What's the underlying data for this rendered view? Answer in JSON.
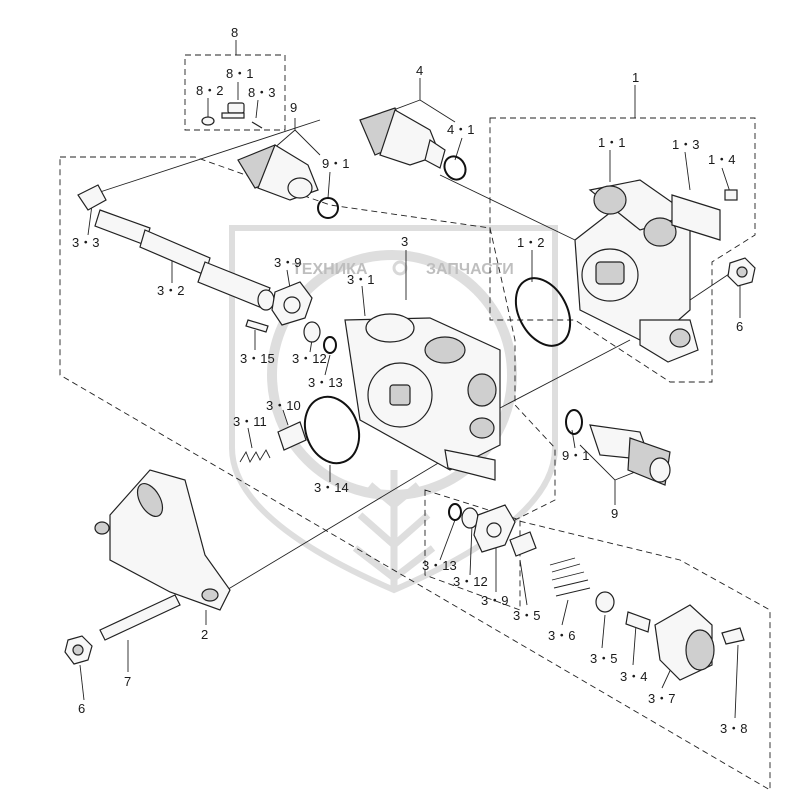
{
  "watermark": {
    "text_left": "ТЕХНИКА",
    "text_right": "ЗАПЧАСТИ",
    "emblem_icon": "gear-emblem-icon"
  },
  "callouts": [
    {
      "id": "c-8",
      "text": "8"
    },
    {
      "id": "c-8-1",
      "text": "8・1"
    },
    {
      "id": "c-8-2",
      "text": "8・2"
    },
    {
      "id": "c-8-3",
      "text": "8・3"
    },
    {
      "id": "c-4",
      "text": "4"
    },
    {
      "id": "c-4-1",
      "text": "4・1"
    },
    {
      "id": "c-1",
      "text": "1"
    },
    {
      "id": "c-1-1",
      "text": "1・1"
    },
    {
      "id": "c-1-3",
      "text": "1・3"
    },
    {
      "id": "c-1-4",
      "text": "1・4"
    },
    {
      "id": "c-9-top",
      "text": "9"
    },
    {
      "id": "c-9-1-top",
      "text": "9・1"
    },
    {
      "id": "c-3",
      "text": "3"
    },
    {
      "id": "c-1-2",
      "text": "1・2"
    },
    {
      "id": "c-3-3",
      "text": "3・3"
    },
    {
      "id": "c-3-9-top",
      "text": "3・9"
    },
    {
      "id": "c-3-1",
      "text": "3・1"
    },
    {
      "id": "c-3-2",
      "text": "3・2"
    },
    {
      "id": "c-6-right",
      "text": "6"
    },
    {
      "id": "c-3-15",
      "text": "3・15"
    },
    {
      "id": "c-3-12-top",
      "text": "3・12"
    },
    {
      "id": "c-3-13-top",
      "text": "3・13"
    },
    {
      "id": "c-3-11",
      "text": "3・11"
    },
    {
      "id": "c-3-10",
      "text": "3・10"
    },
    {
      "id": "c-9-1-bottom",
      "text": "9・1"
    },
    {
      "id": "c-3-14",
      "text": "3・14"
    },
    {
      "id": "c-9-bottom",
      "text": "9"
    },
    {
      "id": "c-3-13-bottom",
      "text": "3・13"
    },
    {
      "id": "c-3-12-bottom",
      "text": "3・12"
    },
    {
      "id": "c-3-9-bottom",
      "text": "3・9"
    },
    {
      "id": "c-3-5-a",
      "text": "3・5"
    },
    {
      "id": "c-3-6",
      "text": "3・6"
    },
    {
      "id": "c-3-5-b",
      "text": "3・5"
    },
    {
      "id": "c-3-4",
      "text": "3・4"
    },
    {
      "id": "c-2",
      "text": "2"
    },
    {
      "id": "c-7",
      "text": "7"
    },
    {
      "id": "c-6-left",
      "text": "6"
    },
    {
      "id": "c-3-7",
      "text": "3・7"
    },
    {
      "id": "c-3-8",
      "text": "3・8"
    }
  ]
}
